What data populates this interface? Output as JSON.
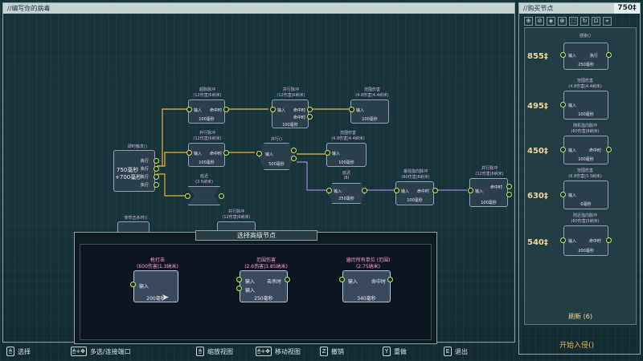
{
  "editor": {
    "title": "//编写你的病毒"
  },
  "shop": {
    "title": "//购买节点",
    "money": "750‡",
    "tabs": [
      "⊕",
      "⊘",
      "◈",
      "⊛",
      "⬚",
      "↻",
      "⊡",
      "⌖"
    ],
    "items": [
      {
        "price": "855‡",
        "name": "感染()",
        "pin_left": "输入",
        "pin_right": "执行",
        "time": "250毫秒"
      },
      {
        "price": "495‡",
        "name": "范围伤害",
        "sub": "(4.8伤害|4.4纳米)",
        "pin_left": "输入",
        "time": "100毫秒"
      },
      {
        "price": "450‡",
        "name": "随机指向脉冲",
        "sub": "(60伤害|8纳米)",
        "pin_left": "输入",
        "pin_right": "命中时",
        "time": "100毫秒"
      },
      {
        "price": "630‡",
        "name": "范围伤害",
        "sub": "(6.8伤害|3.3纳米)",
        "pin_left": "输入",
        "time": "0毫秒"
      },
      {
        "price": "540‡",
        "name": "附近指向脉冲",
        "sub": "(60伤害|5纳米)",
        "pin_left": "输入",
        "pin_right": "命中时",
        "time": "200毫秒"
      }
    ],
    "refresh": "刷新 (6)",
    "start": "开始入侵()"
  },
  "graph": {
    "trigger": {
      "name": "即时触发()",
      "big": "750毫秒",
      "big2": "+700毫秒",
      "outs": [
        "执行",
        "执行",
        "执行",
        "执行"
      ]
    },
    "nodes": [
      {
        "id": "n1",
        "name": "超脉脉冲",
        "sub": "(12伤害|6纳米)",
        "l": "输入",
        "r": "命中时",
        "t": "100毫秒"
      },
      {
        "id": "n2",
        "name": "并行脉冲",
        "sub": "(12伤害|6纳米)",
        "l": "输入",
        "r": "命中时",
        "r2": "命中时",
        "t": "100毫秒"
      },
      {
        "id": "n3",
        "name": "范围伤害",
        "sub": "(4.8伤害|4.4纳米)",
        "l": "输入",
        "t": "100毫秒"
      },
      {
        "id": "n4",
        "name": "并行脉冲",
        "sub": "(12伤害|6纳米)",
        "l": "输入",
        "r": "命中时",
        "t": "100毫秒"
      },
      {
        "id": "n5",
        "name": "并行()",
        "l": "输入",
        "t": "500毫秒"
      },
      {
        "id": "n6",
        "name": "范围伤害",
        "sub": "(4.8伤害|4.4纳米)",
        "l": "输入",
        "t": "100毫秒"
      },
      {
        "id": "n7",
        "name": "延迟",
        "sub": "(3.5纳米)",
        "t": ""
      },
      {
        "id": "n8",
        "name": "延迟",
        "sub": "(8)",
        "l": "输入",
        "t": "250毫秒"
      },
      {
        "id": "n9",
        "name": "最强指向脉冲",
        "sub": "(60伤害|8纳米)",
        "l": "输入",
        "r": "命中时",
        "t": "100毫秒"
      },
      {
        "id": "n10",
        "name": "并行脉冲",
        "sub": "(12伤害|6纳米)",
        "l": "输入",
        "r": "命中时",
        "t": "100毫秒"
      },
      {
        "id": "n11",
        "name": "并行脉冲",
        "sub": "(12伤害|6纳米)"
      },
      {
        "id": "n12",
        "name": "突然击杀时()"
      }
    ]
  },
  "popup": {
    "title": "选择高级节点",
    "cards": [
      {
        "name": "枪打击",
        "sub": "(600伤害|1.3纳米)",
        "l": "输入",
        "t": "200毫秒"
      },
      {
        "name": "范围伤害",
        "sub": "(2.6伤害|3.85纳米)",
        "l": "输入",
        "l2": "输入",
        "r": "击杀时",
        "t": "250毫秒"
      },
      {
        "name": "遍历所有单位 (范围)",
        "sub": "(2.75纳米)",
        "l": "输入",
        "r": "命中时",
        "t": "340毫秒"
      }
    ]
  },
  "bar": {
    "hints": [
      {
        "key": "🖰",
        "label": "选择"
      },
      {
        "key": "🖰+✥",
        "label": "多选/连接端口"
      },
      {
        "key": "🖰",
        "label": "缩放视图"
      },
      {
        "key": "🖰+✥",
        "label": "移动视图"
      },
      {
        "key": "Z",
        "label": "撤销"
      },
      {
        "key": "Y",
        "label": "重做"
      },
      {
        "key": "E",
        "label": "退出"
      }
    ]
  },
  "colors": {
    "wire_active": "#f0b13a",
    "wire_purple": "#9c86d6",
    "pin": "#c7e75a"
  }
}
